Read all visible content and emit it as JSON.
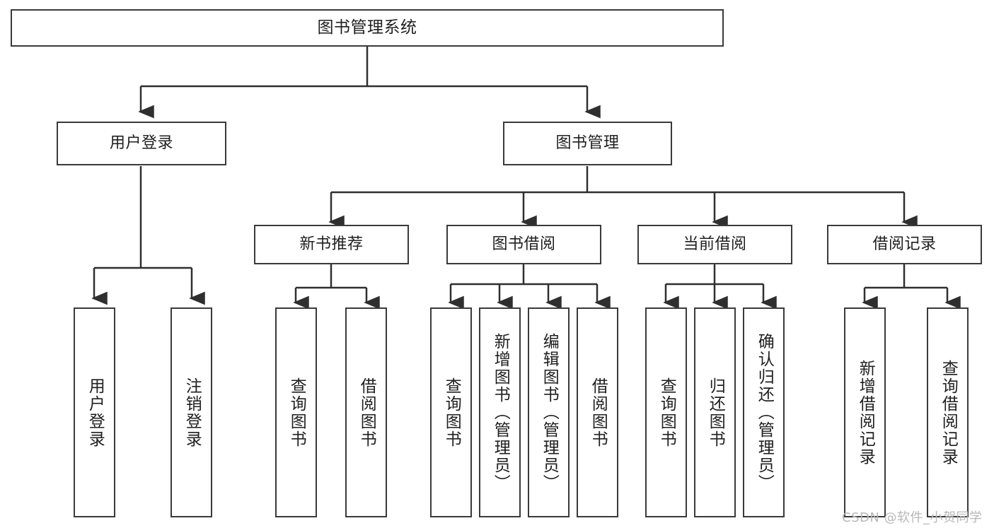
{
  "diagram": {
    "title": "图书管理系统",
    "type": "tree-hierarchy-chart",
    "root": {
      "label": "图书管理系统"
    },
    "level2": [
      {
        "label": "用户登录"
      },
      {
        "label": "图书管理"
      }
    ],
    "level3": [
      {
        "label": "新书推荐"
      },
      {
        "label": "图书借阅"
      },
      {
        "label": "当前借阅"
      },
      {
        "label": "借阅记录"
      }
    ],
    "leaves": {
      "user_login": [
        {
          "label": "用户登录"
        },
        {
          "label": "注销登录"
        }
      ],
      "new_book_recommend": [
        {
          "label": "查询图书"
        },
        {
          "label": "借阅图书"
        }
      ],
      "book_borrow": [
        {
          "label": "查询图书"
        },
        {
          "label": "新增图书（管理员）"
        },
        {
          "label": "编辑图书（管理员）"
        },
        {
          "label": "借阅图书"
        }
      ],
      "current_borrow": [
        {
          "label": "查询图书"
        },
        {
          "label": "归还图书"
        },
        {
          "label": "确认归还（管理员）"
        }
      ],
      "borrow_record": [
        {
          "label": "新增借阅记录"
        },
        {
          "label": "查询借阅记录"
        }
      ]
    }
  },
  "watermark": {
    "text": "CSDN @软件_小贺同学"
  },
  "colors": {
    "border": "#3a3a3a",
    "text": "#1f1f1f",
    "background": "#ffffff",
    "connector": "#2f2f2f",
    "watermark": "#b8b8b8"
  }
}
